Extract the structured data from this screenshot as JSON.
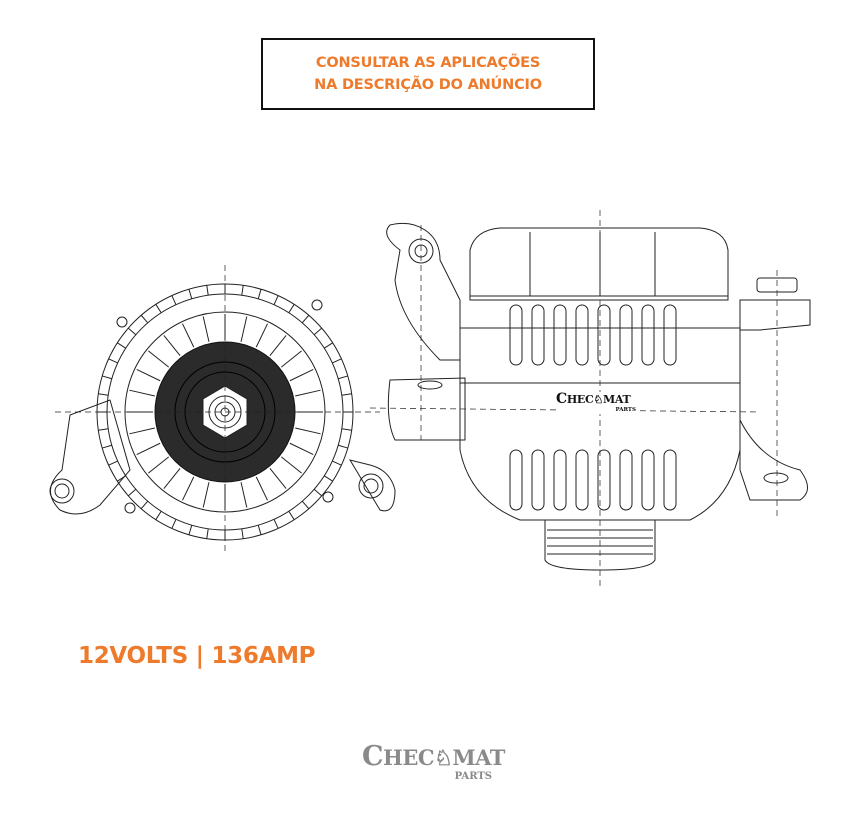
{
  "notice": {
    "line1": "CONSULTAR AS APLICAÇÕES",
    "line2": "NA DESCRIÇÃO DO ANÚNCIO"
  },
  "spec": {
    "text": "12VOLTS | 136AMP"
  },
  "brand": {
    "first_letter": "C",
    "rest": "HEC",
    "rest2": "MAT",
    "sub": "PARTS"
  },
  "colors": {
    "accent": "#ee7a2b",
    "logo_gray": "#8a8a8a",
    "line": "#222222",
    "pulley_fill": "#2b2b2b"
  },
  "drawing": {
    "front_view": "alternator-front-view",
    "side_view": "alternator-side-view"
  }
}
